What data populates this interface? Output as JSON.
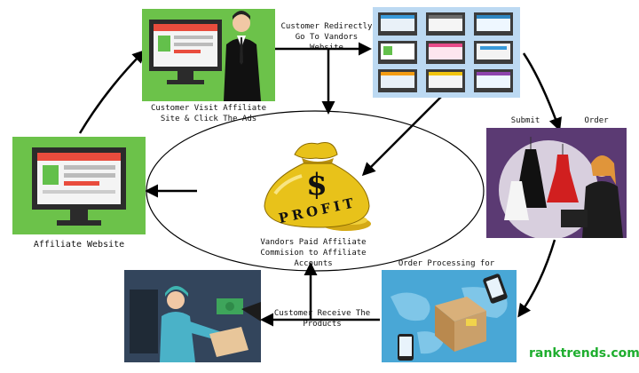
{
  "diagram": {
    "nodes": {
      "affiliate_site_visit": {
        "caption": "Customer Visit Affiliate Site & Click The Ads"
      },
      "vendor_website": {
        "caption": ""
      },
      "order": {
        "caption_left": "Submit",
        "caption_right": "Order"
      },
      "delivery": {
        "caption": "Order Processing for Delivery"
      },
      "receive": {
        "caption": ""
      },
      "affiliate_website": {
        "caption": "Affiliate Website"
      },
      "profit": {
        "bag_symbol": "$",
        "bag_text": "PROFIT",
        "caption": "Vandors Paid Affiliate Commision to Affiliate Accounts"
      }
    },
    "edges": {
      "to_vendor": "Customer Redirectly Go To Vandors Website",
      "receive_products": "Customer Receive The Products"
    }
  },
  "brand": {
    "text": "ranktrends.com",
    "color": "#1fae2f"
  },
  "colors": {
    "green_panel": "#6cc24a",
    "blue_panel": "#bcd9f2",
    "purple_panel": "#5b3a73",
    "map_panel": "#49a7d6",
    "receive_panel": "#3b4f6a",
    "gold": "#e8c21a"
  }
}
